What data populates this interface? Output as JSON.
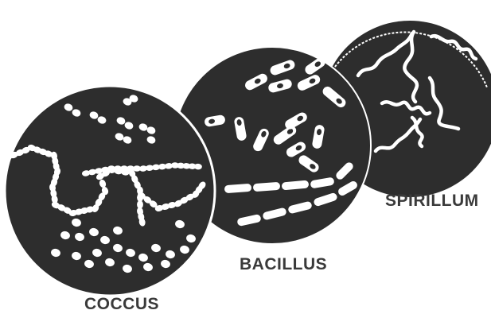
{
  "figure": {
    "panels": [
      {
        "id": "coccus",
        "label": "COCCUS",
        "shape": "spherical"
      },
      {
        "id": "bacillus",
        "label": "BACILLUS",
        "shape": "rod"
      },
      {
        "id": "spirillum",
        "label": "SPIRILLUM",
        "shape": "spiral"
      }
    ]
  },
  "colors": {
    "field": "#2d2d2d",
    "organism": "#ffffff",
    "label": "#3a3a3a",
    "background": "#ffffff"
  }
}
